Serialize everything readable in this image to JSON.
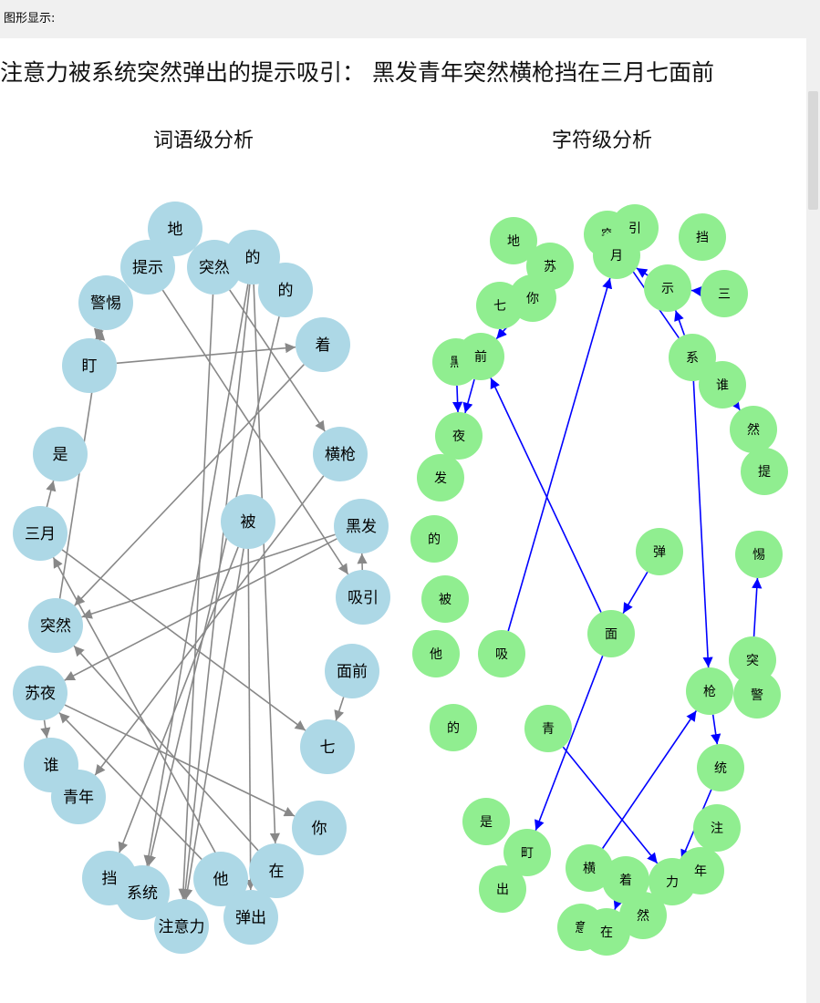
{
  "window": {
    "label": "图形显示:"
  },
  "sentence": "注意力被系统突然弹出的提示吸引： 黑发青年突然横枪挡在三月七面前",
  "colors": {
    "word_node": "#add8e6",
    "word_edge": "#888888",
    "char_node": "#90ee90",
    "char_edge": "#0000ff"
  },
  "word_graph": {
    "title": "词语级分析",
    "nodes": [
      "地",
      "提示",
      "突然",
      "的",
      "的",
      "警惕",
      "着",
      "盯",
      "是",
      "横枪",
      "被",
      "黑发",
      "三月",
      "吸引",
      "突然",
      "面前",
      "苏夜",
      "七",
      "谁",
      "青年",
      "你",
      "挡",
      "系统",
      "他",
      "在",
      "注意力",
      "弹出"
    ],
    "edges": [
      [
        5,
        7
      ],
      [
        7,
        6
      ],
      [
        2,
        25
      ],
      [
        0,
        2
      ],
      [
        1,
        0
      ],
      [
        3,
        24
      ],
      [
        3,
        22
      ],
      [
        4,
        22
      ],
      [
        3,
        25
      ],
      [
        2,
        9
      ],
      [
        1,
        13
      ],
      [
        12,
        8
      ],
      [
        12,
        17
      ],
      [
        16,
        18
      ],
      [
        18,
        19
      ],
      [
        16,
        20
      ],
      [
        14,
        5
      ],
      [
        10,
        21
      ],
      [
        10,
        26
      ],
      [
        10,
        25
      ],
      [
        11,
        14
      ],
      [
        11,
        16
      ],
      [
        13,
        11
      ],
      [
        9,
        19
      ],
      [
        6,
        14
      ],
      [
        15,
        17
      ],
      [
        23,
        16
      ],
      [
        24,
        14
      ],
      [
        21,
        22
      ],
      [
        26,
        12
      ]
    ]
  },
  "char_graph": {
    "title": "字符级分析",
    "nodes": [
      "地",
      "苏",
      "突",
      "引",
      "挡",
      "月",
      "七",
      "你",
      "示",
      "三",
      "黑",
      "前",
      "系",
      "谁",
      "夜",
      "然",
      "发",
      "提",
      "的",
      "弹",
      "惕",
      "被",
      "面",
      "他",
      "吸",
      "突",
      "枪",
      "警",
      "的",
      "青",
      "统",
      "是",
      "注",
      "町",
      "横",
      "着",
      "力",
      "年",
      "出",
      "意",
      "在",
      "然"
    ],
    "edges": [
      [
        10,
        14
      ],
      [
        7,
        11
      ],
      [
        11,
        14
      ],
      [
        24,
        5
      ],
      [
        8,
        5
      ],
      [
        9,
        8
      ],
      [
        12,
        8
      ],
      [
        12,
        2
      ],
      [
        13,
        15
      ],
      [
        12,
        26
      ],
      [
        22,
        11
      ],
      [
        19,
        22
      ],
      [
        22,
        33
      ],
      [
        25,
        20
      ],
      [
        26,
        30
      ],
      [
        30,
        36
      ],
      [
        29,
        36
      ],
      [
        34,
        26
      ],
      [
        37,
        32
      ],
      [
        35,
        40
      ]
    ]
  }
}
